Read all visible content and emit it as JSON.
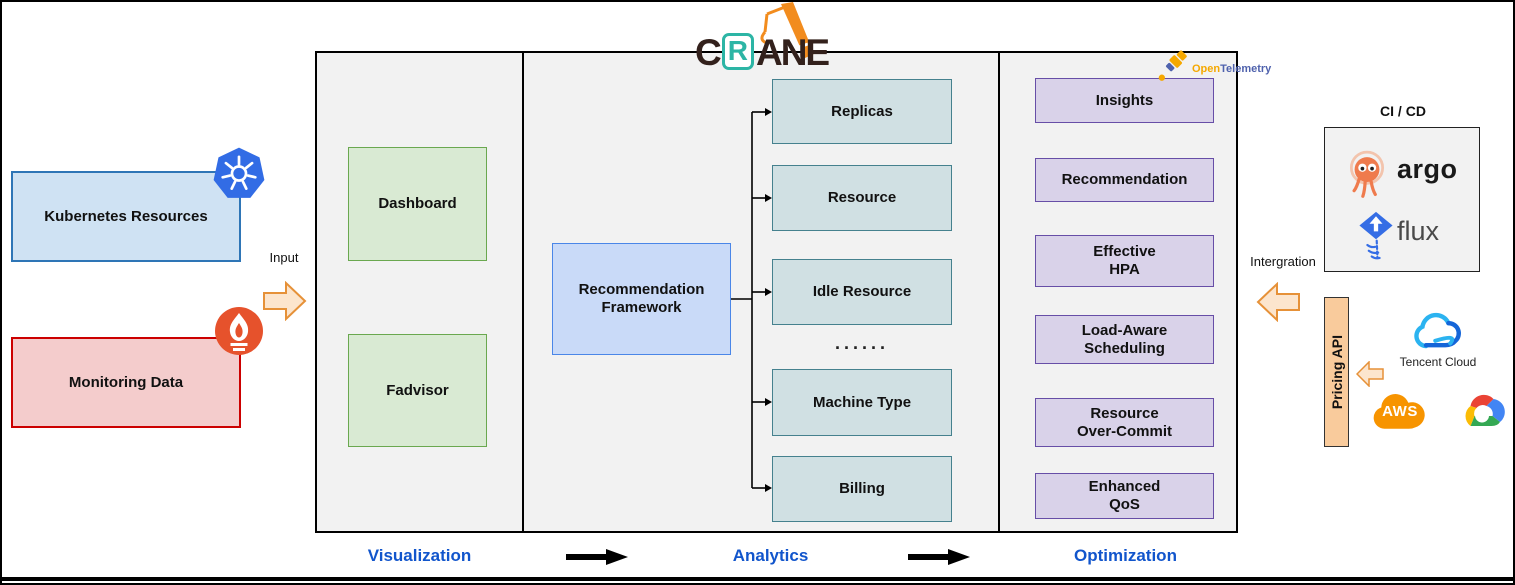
{
  "colors": {
    "flow_label_blue": "#1155cc",
    "k8s_box_fill": "#cfe2f3",
    "k8s_box_border": "#2e75b6",
    "monitoring_fill": "#f4cccc",
    "monitoring_border": "#cc0000",
    "green_fill": "#d9ead3",
    "green_border": "#6aa84f",
    "framework_fill": "#c9daf8",
    "framework_border": "#4a86e8",
    "teal_fill": "#d0e0e3",
    "teal_border": "#45818e",
    "purple_fill": "#d9d2e9",
    "purple_border": "#674ea7",
    "orange_arrow_fill": "#fce5cd",
    "orange_arrow_border": "#e69138",
    "pricing_fill": "#f9cb9c",
    "panel_fill": "#f2f2f2",
    "crane_teal": "#2cb5a5",
    "crane_orange": "#f28c1e",
    "crane_dark": "#33211c"
  },
  "logo": {
    "c": "C",
    "r": "R",
    "ane": "ANE"
  },
  "left": {
    "kubernetes_label": "Kubernetes Resources",
    "monitoring_label": "Monitoring Data",
    "input_label": "Input"
  },
  "visualization": {
    "label": "Visualization",
    "boxes": [
      "Dashboard",
      "Fadvisor"
    ]
  },
  "analytics": {
    "label": "Analytics",
    "framework_label": "Recommendation\nFramework",
    "boxes": [
      "Replicas",
      "Resource",
      "Idle Resource",
      "Machine Type",
      "Billing"
    ],
    "ellipsis": "......"
  },
  "optimization": {
    "label": "Optimization",
    "boxes": [
      "Insights",
      "Recommendation",
      "Effective\nHPA",
      "Load-Aware\nScheduling",
      "Resource\nOver-Commit",
      "Enhanced\nQoS"
    ]
  },
  "opentelemetry": {
    "open": "Open",
    "telemetry": "Telemetry"
  },
  "right": {
    "cicd_label": "CI / CD",
    "argo_label": "argo",
    "flux_label": "flux",
    "integration_label": "Intergration",
    "pricing_api_label": "Pricing API",
    "tencent_label": "Tencent Cloud",
    "aws_label": "AWS"
  }
}
